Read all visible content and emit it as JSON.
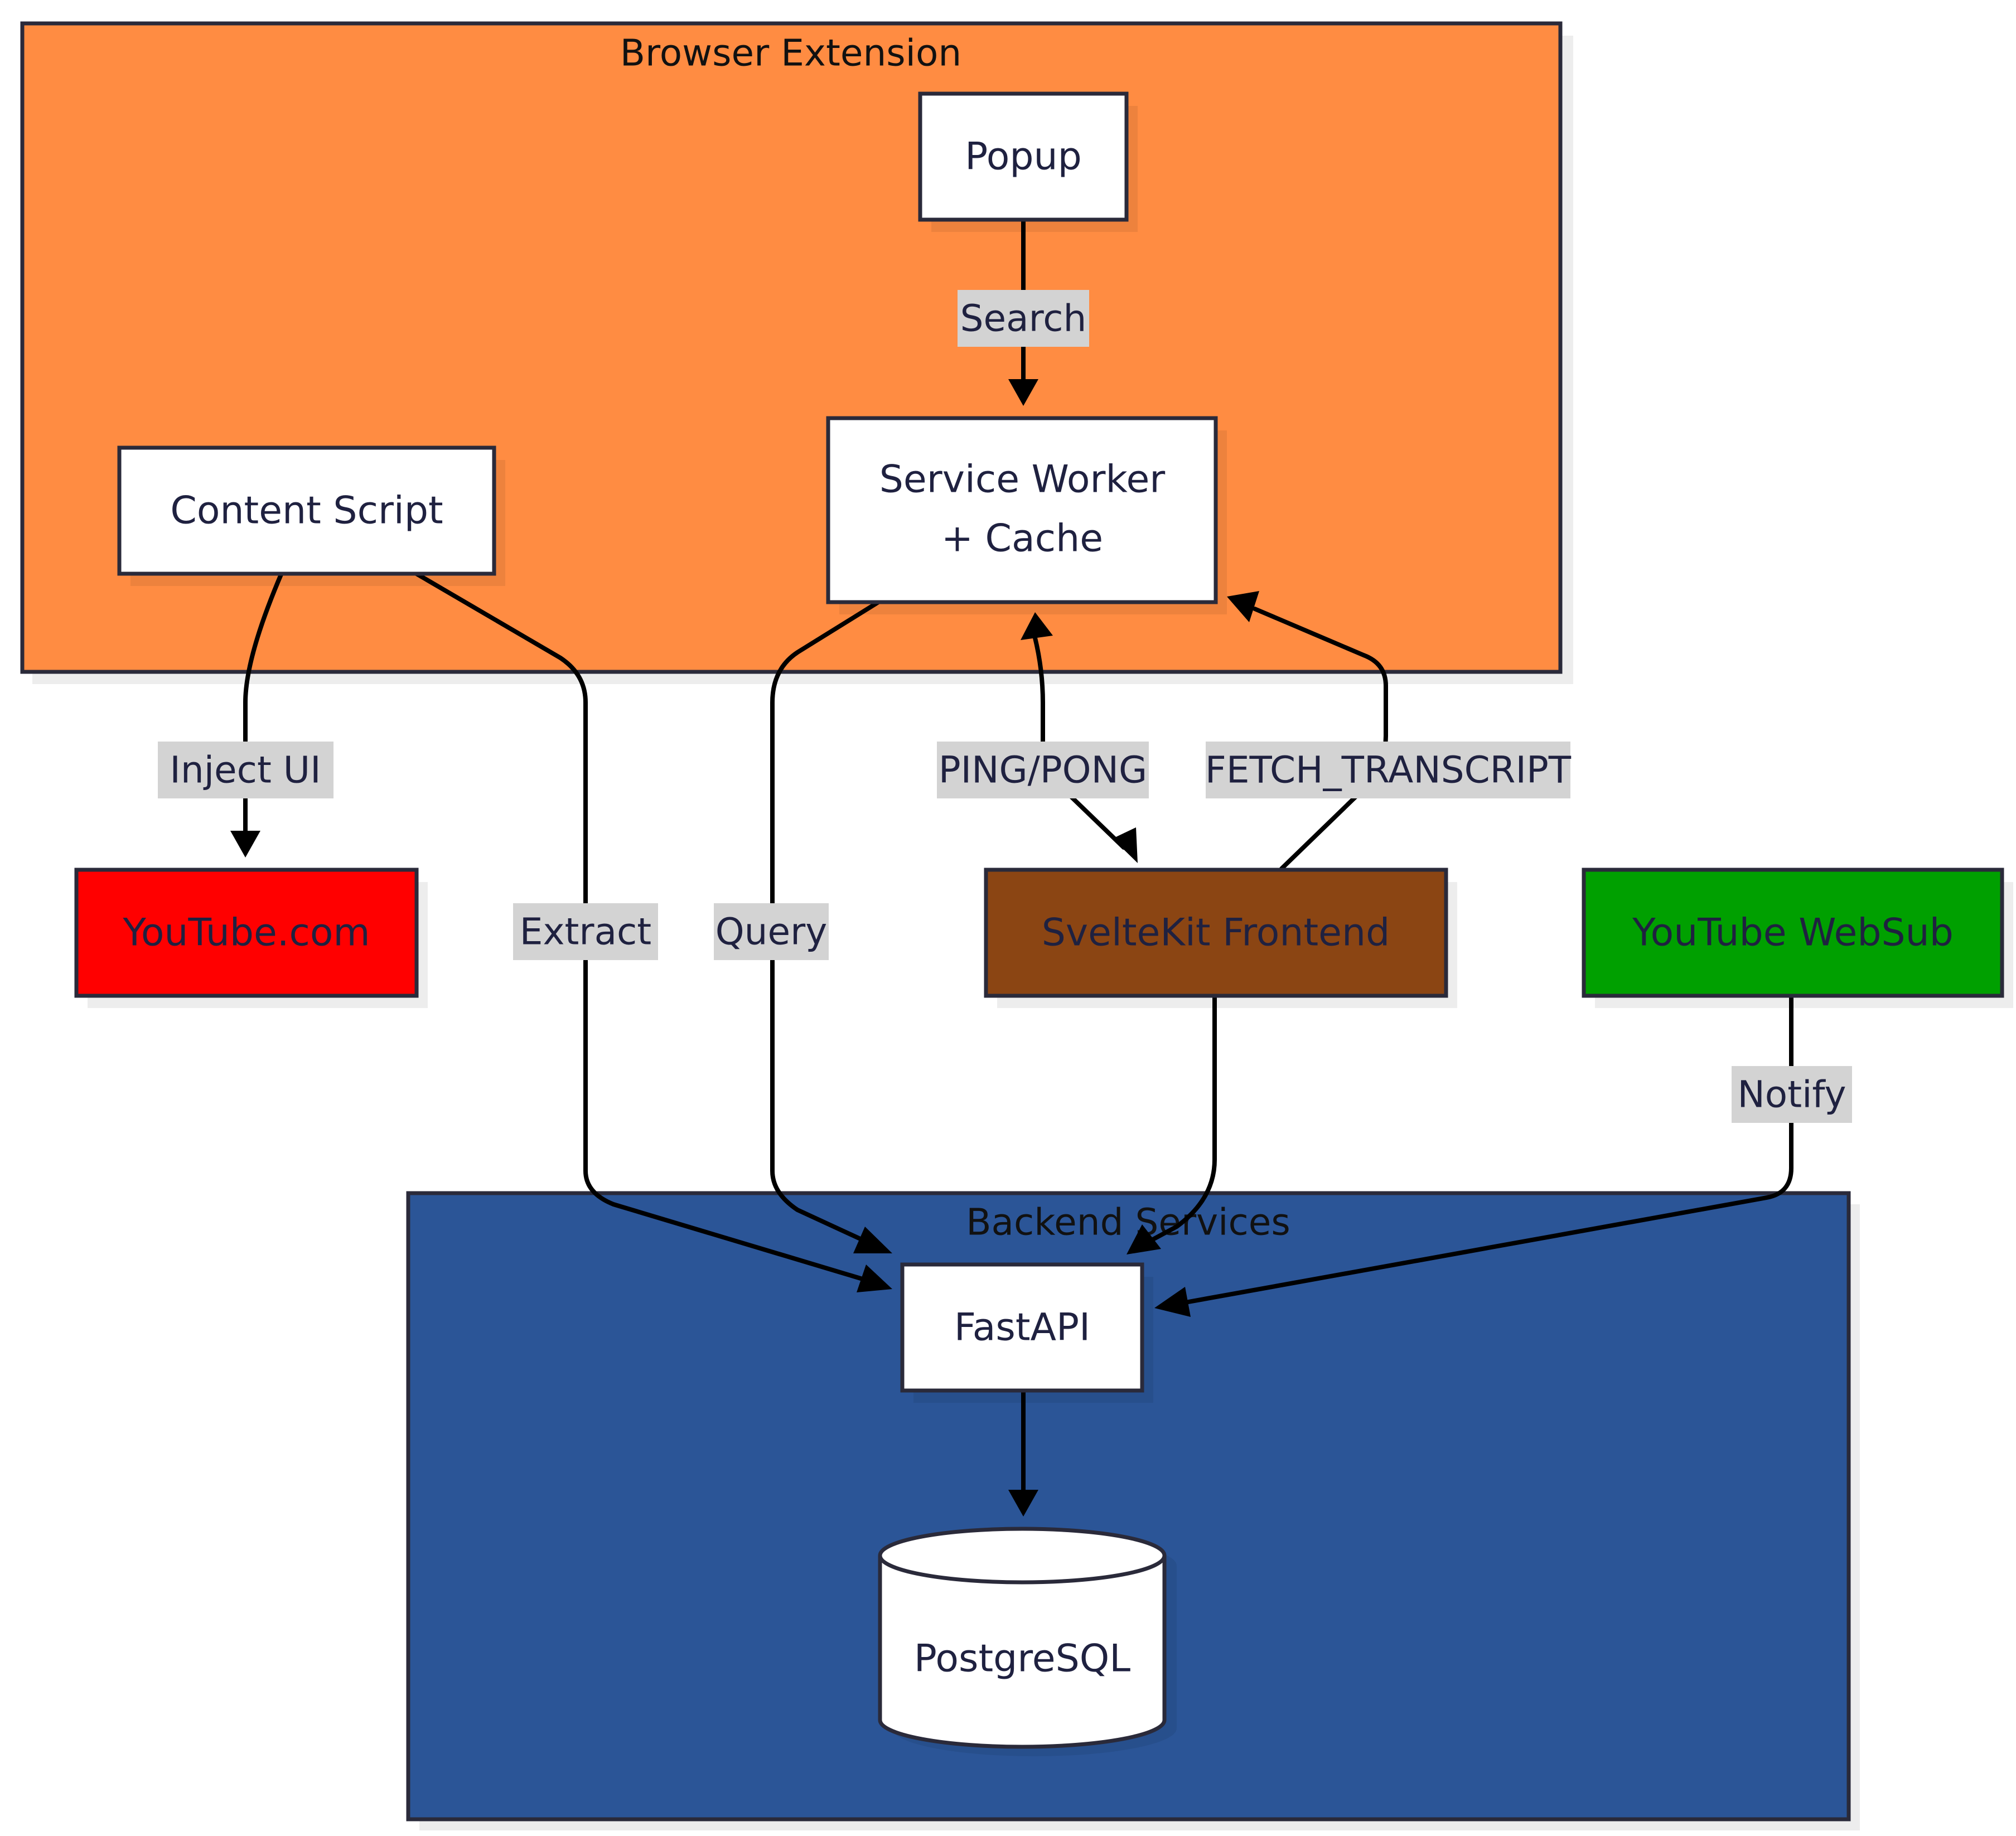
{
  "clusters": {
    "browser_extension": {
      "title": "Browser Extension",
      "fill": "#ff8c42"
    },
    "backend_services": {
      "title": "Backend Services",
      "fill": "#2b5597"
    }
  },
  "nodes": {
    "popup": {
      "label": "Popup",
      "fill": "#ffffff"
    },
    "service_worker": {
      "line1": "Service Worker",
      "line2": "+ Cache",
      "fill": "#ffffff"
    },
    "content_script": {
      "label": "Content Script",
      "fill": "#ffffff"
    },
    "youtube_com": {
      "label": "YouTube.com",
      "fill": "#ff0000"
    },
    "sveltekit_frontend": {
      "label": "SvelteKit Frontend",
      "fill": "#8b4513"
    },
    "youtube_websub": {
      "label": "YouTube WebSub",
      "fill": "#00a000"
    },
    "fastapi": {
      "label": "FastAPI",
      "fill": "#ffffff"
    },
    "postgresql": {
      "label": "PostgreSQL",
      "fill": "#ffffff"
    }
  },
  "edges": {
    "search": {
      "label": "Search"
    },
    "inject_ui": {
      "label": "Inject UI"
    },
    "extract": {
      "label": "Extract"
    },
    "query": {
      "label": "Query"
    },
    "ping_pong": {
      "label": "PING/PONG"
    },
    "fetch_transcript": {
      "label": "FETCH_TRANSCRIPT"
    },
    "notify": {
      "label": "Notify"
    }
  },
  "colors": {
    "edge_label_bg": "#d3d3d3",
    "edge": "#000000",
    "border": "#2a2a3a"
  }
}
